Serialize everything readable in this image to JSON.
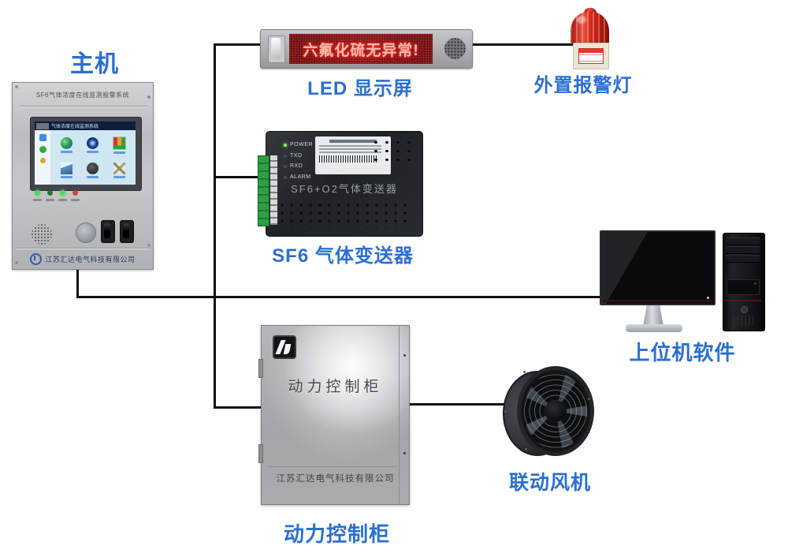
{
  "colors": {
    "label_blue": "#2b6fce",
    "wire_black": "#111111",
    "matrix_red_text": "#ffb9ae",
    "matrix_background": "#7c1316"
  },
  "nodes": {
    "host": {
      "label": "主机",
      "panel_title": "SF6气体浓度在线监测报警系统",
      "screen_title": "气体浓度在线监测系统",
      "company": "江苏汇达电气科技有限公司"
    },
    "led_display": {
      "label": "LED 显示屏",
      "matrix_text": "六氟化硫无异常!"
    },
    "alarm_light": {
      "label": "外置报警灯"
    },
    "transmitter": {
      "label": "SF6 气体变送器",
      "device_text": "SF6+O2气体变送器",
      "led_labels": [
        "POWER",
        "TXD",
        "RXD",
        "ALARM"
      ]
    },
    "host_pc": {
      "label": "上位机软件"
    },
    "cabinet": {
      "label": "动力控制柜",
      "door_text": "动力控制柜",
      "company": "江苏汇达电气科技有限公司"
    },
    "fan": {
      "label": "联动风机"
    }
  }
}
